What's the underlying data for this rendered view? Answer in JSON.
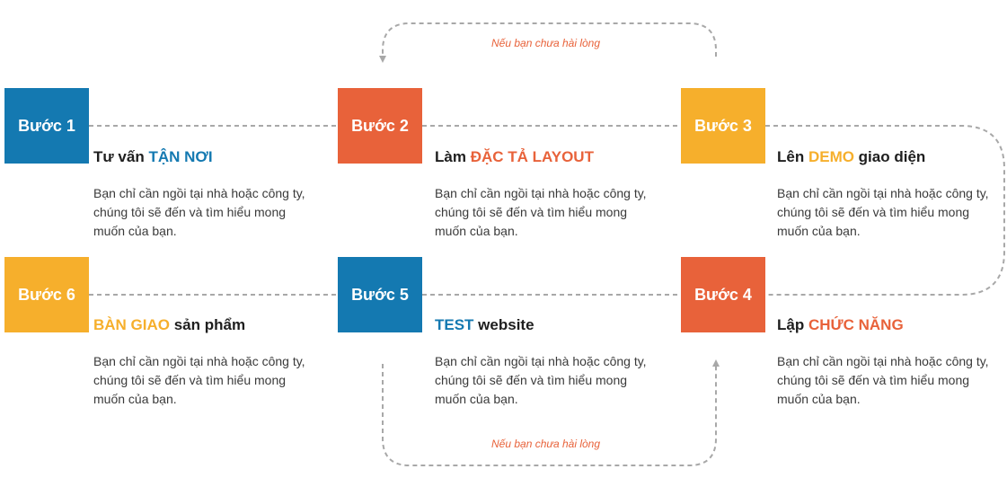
{
  "colors": {
    "blue": "#1479b1",
    "orange": "#e8623a",
    "yellow": "#f6af2c",
    "connector": "#a8a8a8",
    "text": "#1e1e1e"
  },
  "loop_label": "Nếu bạn chưa hài lòng",
  "steps": [
    {
      "label": "Bước 1",
      "color": "blue",
      "title_pre": "Tư vấn ",
      "title_hl": "TẬN NƠI",
      "title_post": "",
      "desc": "Bạn chỉ cần ngồi tại nhà hoặc công ty, chúng tôi sẽ đến và tìm hiểu mong muốn của bạn."
    },
    {
      "label": "Bước 2",
      "color": "orange",
      "title_pre": "Làm ",
      "title_hl": "ĐẶC TẢ LAYOUT",
      "title_post": "",
      "desc": "Bạn chỉ cần ngồi tại nhà hoặc công ty, chúng tôi sẽ đến và tìm hiểu mong muốn của bạn."
    },
    {
      "label": "Bước 3",
      "color": "yellow",
      "title_pre": "Lên ",
      "title_hl": "DEMO",
      "title_post": " giao diện",
      "desc": "Bạn chỉ cần ngồi tại nhà hoặc công ty, chúng tôi sẽ đến và tìm hiểu mong muốn của bạn."
    },
    {
      "label": "Bước 4",
      "color": "orange",
      "title_pre": "Lập ",
      "title_hl": "CHỨC NĂNG",
      "title_post": "",
      "desc": "Bạn chỉ cần ngồi tại nhà hoặc công ty, chúng tôi sẽ đến và tìm hiểu mong muốn của bạn."
    },
    {
      "label": "Bước 5",
      "color": "blue",
      "title_pre": "",
      "title_hl": "TEST",
      "title_post": " website",
      "desc": "Bạn chỉ cần ngồi tại nhà hoặc công ty, chúng tôi sẽ đến và tìm hiểu mong muốn của bạn."
    },
    {
      "label": "Bước 6",
      "color": "yellow",
      "title_pre": "",
      "title_hl": "BÀN GIAO",
      "title_post": " sản phẩm",
      "desc": "Bạn chỉ cần ngồi tại nhà hoặc công ty, chúng tôi sẽ đến và tìm hiểu mong muốn của bạn."
    }
  ]
}
